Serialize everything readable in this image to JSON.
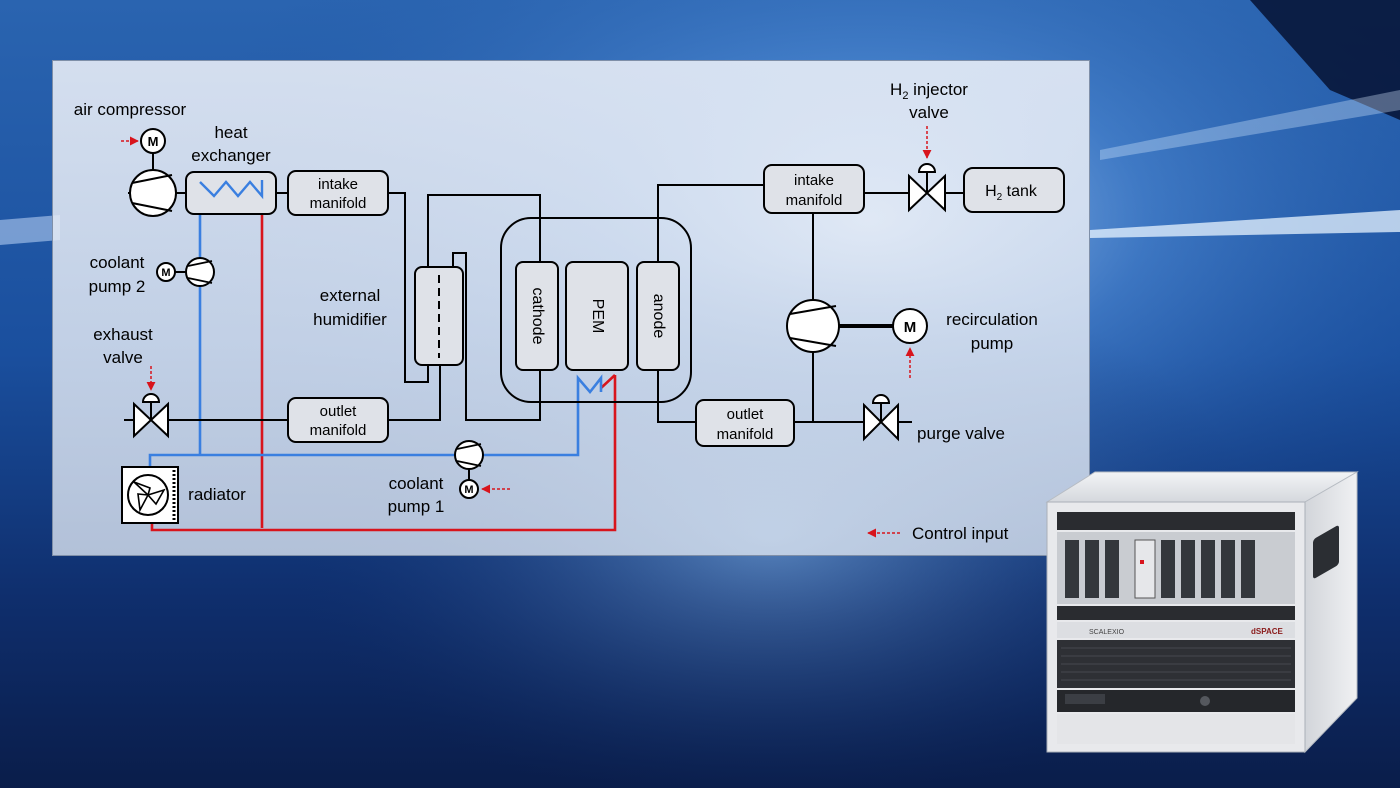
{
  "labels": {
    "air_compressor": "air compressor",
    "heat_exchanger_1": "heat",
    "heat_exchanger_2": "exchanger",
    "intake_manifold_left_1": "intake",
    "intake_manifold_left_2": "manifold",
    "coolant_pump2_1": "coolant",
    "coolant_pump2_2": "pump 2",
    "external_humidifier_1": "external",
    "external_humidifier_2": "humidifier",
    "exhaust_valve_1": "exhaust",
    "exhaust_valve_2": "valve",
    "outlet_manifold_left_1": "outlet",
    "outlet_manifold_left_2": "manifold",
    "radiator": "radiator",
    "coolant_pump1_1": "coolant",
    "coolant_pump1_2": "pump 1",
    "cathode": "cathode",
    "pem": "PEM",
    "anode": "anode",
    "intake_manifold_right_1": "intake",
    "intake_manifold_right_2": "manifold",
    "h2_injector_h": "H",
    "h2_injector_sub": "2",
    "h2_injector_rest": " injector",
    "h2_injector_2": "valve",
    "h2_tank_h": "H",
    "h2_tank_sub": "2",
    "h2_tank_rest": " tank",
    "recirculation_1": "recirculation",
    "recirculation_2": "pump",
    "outlet_manifold_right_1": "outlet",
    "outlet_manifold_right_2": "manifold",
    "purge_valve": "purge valve",
    "control_input": "Control input",
    "motor": "M"
  },
  "hardware": {
    "brand": "dSPACE",
    "model": "SCALEXIO"
  },
  "colors": {
    "coolant_cold": "#3a7fe0",
    "coolant_hot": "#d8141c",
    "control_signal": "#d8141c"
  }
}
